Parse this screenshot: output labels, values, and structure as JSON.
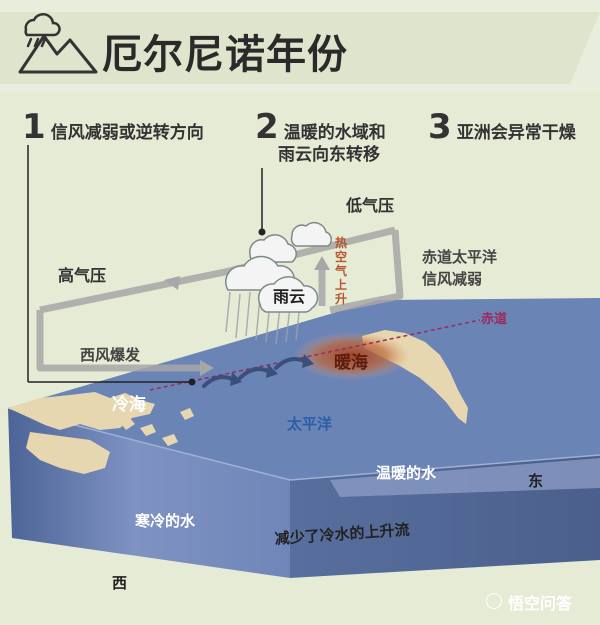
{
  "title": "厄尔尼诺年份",
  "steps": [
    {
      "num": "1",
      "lines": [
        "信风减弱或逆转方向"
      ]
    },
    {
      "num": "2",
      "lines": [
        "温暖的水域和",
        "雨云向东转移"
      ]
    },
    {
      "num": "3",
      "lines": [
        "亚洲会异常干燥"
      ]
    }
  ],
  "labels": {
    "low_pressure": "低气压",
    "high_pressure": "高气压",
    "hot_air_rise": "热空气上升",
    "trade_winds": [
      "赤道太平洋",
      "信风减弱"
    ],
    "equator": "赤道",
    "rain_cloud": "雨云",
    "westerly_burst": "西风爆发",
    "warm_sea": "暖海",
    "cold_sea": "冷海",
    "pacific": "太平洋",
    "warm_water": "温暖的水",
    "cold_water": "寒冷的水",
    "east": "东",
    "west": "西",
    "upwelling_note": "减少了冷水的上升流"
  },
  "watermark": "悟空问答",
  "colors": {
    "background": "#e6ebd6",
    "ocean": "#6b84b6",
    "land": "#e7d7b0",
    "warm": "#b5562d",
    "equator_line": "#9d2a5a"
  }
}
